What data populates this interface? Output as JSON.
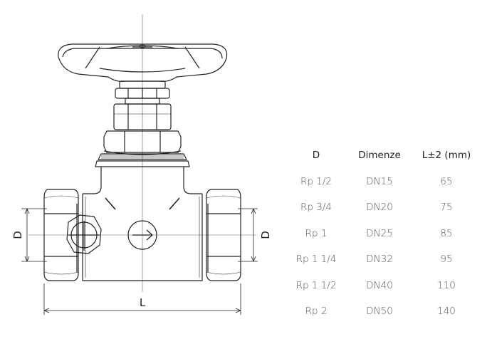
{
  "drawing": {
    "dimension_labels": {
      "left_d": "D",
      "right_d": "D",
      "length": "L"
    },
    "colors": {
      "line": "#222222",
      "centerline": "#555555"
    }
  },
  "table": {
    "headers": [
      "D",
      "Dimenze",
      "L±2 (mm)"
    ],
    "rows": [
      [
        "Rp 1/2",
        "DN15",
        "65"
      ],
      [
        "Rp 3/4",
        "DN20",
        "75"
      ],
      [
        "Rp 1",
        "DN25",
        "85"
      ],
      [
        "Rp 1 1/4",
        "DN32",
        "95"
      ],
      [
        "Rp 1 1/2",
        "DN40",
        "110"
      ],
      [
        "Rp 2",
        "DN50",
        "140"
      ]
    ]
  }
}
